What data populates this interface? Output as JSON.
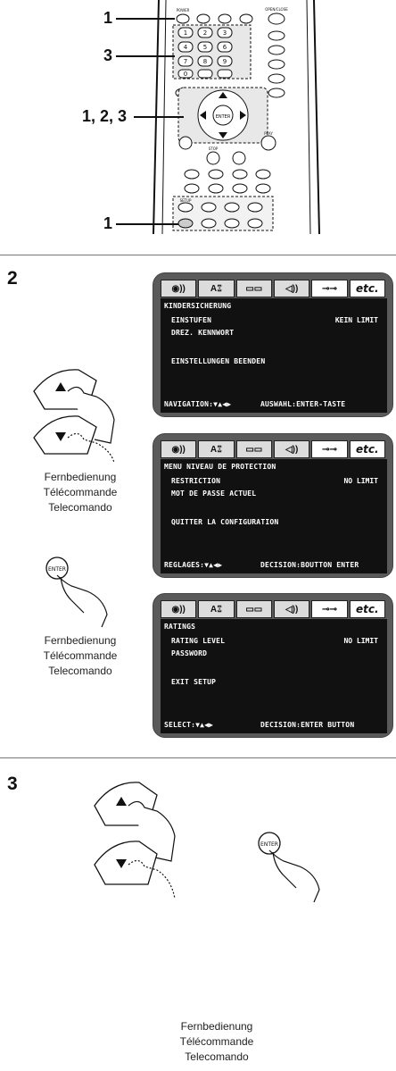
{
  "remote": {
    "callouts": [
      "1",
      "3",
      "1, 2, 3",
      "1"
    ],
    "key_labels": [
      "POWER",
      "OPEN/CLOSE",
      "ENTER",
      "PLAY",
      "STOP",
      "SETUP"
    ]
  },
  "steps": [
    {
      "number": "2",
      "remote_caption_1": [
        "Fernbedienung",
        "Télécommande",
        "Telecomando"
      ],
      "remote_caption_2": [
        "Fernbedienung",
        "Télécommande",
        "Telecomando"
      ],
      "screens": [
        {
          "tabs": [
            "◉))",
            "A⑄",
            "▭▭",
            "◁))",
            "⊸⊸",
            "etc."
          ],
          "title": "KINDERSICHERUNG",
          "rows": [
            {
              "label": "EINSTUFEN",
              "value": "KEIN LIMIT"
            },
            {
              "label": "DREZ. KENNWORT",
              "value": ""
            },
            {
              "label": "EINSTELLUNGEN BEENDEN",
              "value": ""
            }
          ],
          "footer_left": "NAVIGATION:▼▲◀▶",
          "footer_right": "AUSWAHL:ENTER-TASTE"
        },
        {
          "tabs": [
            "◉))",
            "A⑄",
            "▭▭",
            "◁))",
            "⊸⊸",
            "etc."
          ],
          "title": "MENU NIVEAU DE PROTECTION",
          "rows": [
            {
              "label": "RESTRICTION",
              "value": "NO LIMIT"
            },
            {
              "label": "MOT DE PASSE ACTUEL",
              "value": ""
            },
            {
              "label": "QUITTER LA CONFIGURATION",
              "value": ""
            }
          ],
          "footer_left": "REGLAGES:▼▲◀▶",
          "footer_right": "DECISION:BOUTTON ENTER"
        },
        {
          "tabs": [
            "◉))",
            "A⑄",
            "▭▭",
            "◁))",
            "⊸⊸",
            "etc."
          ],
          "title": "RATINGS",
          "rows": [
            {
              "label": "RATING LEVEL",
              "value": "NO LIMIT"
            },
            {
              "label": "PASSWORD",
              "value": ""
            },
            {
              "label": "EXIT SETUP",
              "value": ""
            }
          ],
          "footer_left": "SELECT:▼▲◀▶",
          "footer_right": "DECISION:ENTER BUTTON"
        }
      ]
    },
    {
      "number": "3",
      "caption": [
        "Fernbedienung",
        "Télécommande",
        "Telecomando"
      ]
    }
  ]
}
